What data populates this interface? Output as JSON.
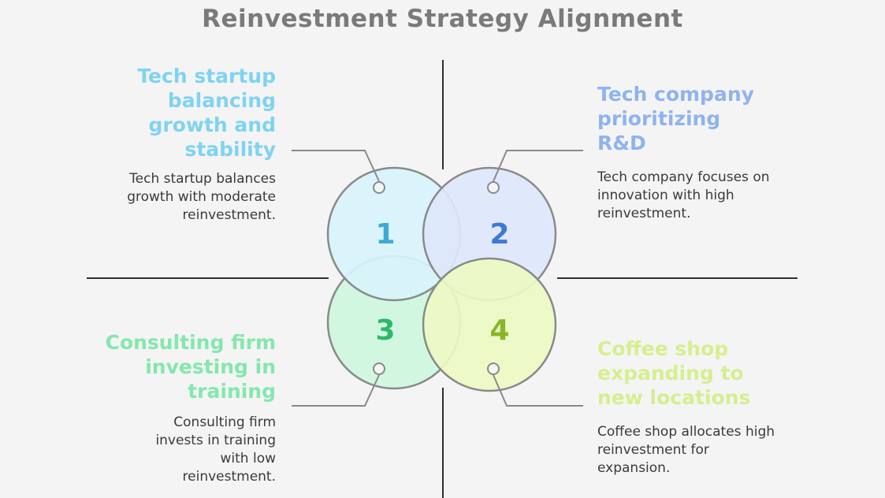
{
  "title": "Reinvestment Strategy Alignment",
  "quadrants": [
    {
      "number": "1",
      "heading": "Tech startup balancing growth and stability",
      "description": "Tech startup balances growth with moderate reinvestment.",
      "heading_color": "#7fd3f2",
      "fill": "#d8f3fb",
      "number_color": "#3fa9d6"
    },
    {
      "number": "2",
      "heading": "Tech company prioritizing R&D",
      "description": "Tech company focuses on innovation with high reinvestment.",
      "heading_color": "#8fb3ef",
      "fill": "#dde7fb",
      "number_color": "#3f79d6"
    },
    {
      "number": "3",
      "heading": "Consulting firm investing in training",
      "description": "Consulting firm invests in training with low reinvestment.",
      "heading_color": "#84e7ad",
      "fill": "#cdf6de",
      "number_color": "#2fb86a"
    },
    {
      "number": "4",
      "heading": "Coffee shop expanding to new locations",
      "description": "Coffee shop allocates high reinvestment for expansion.",
      "heading_color": "#d5ef8f",
      "fill": "#ecf8c2",
      "number_color": "#8ab52a"
    }
  ]
}
